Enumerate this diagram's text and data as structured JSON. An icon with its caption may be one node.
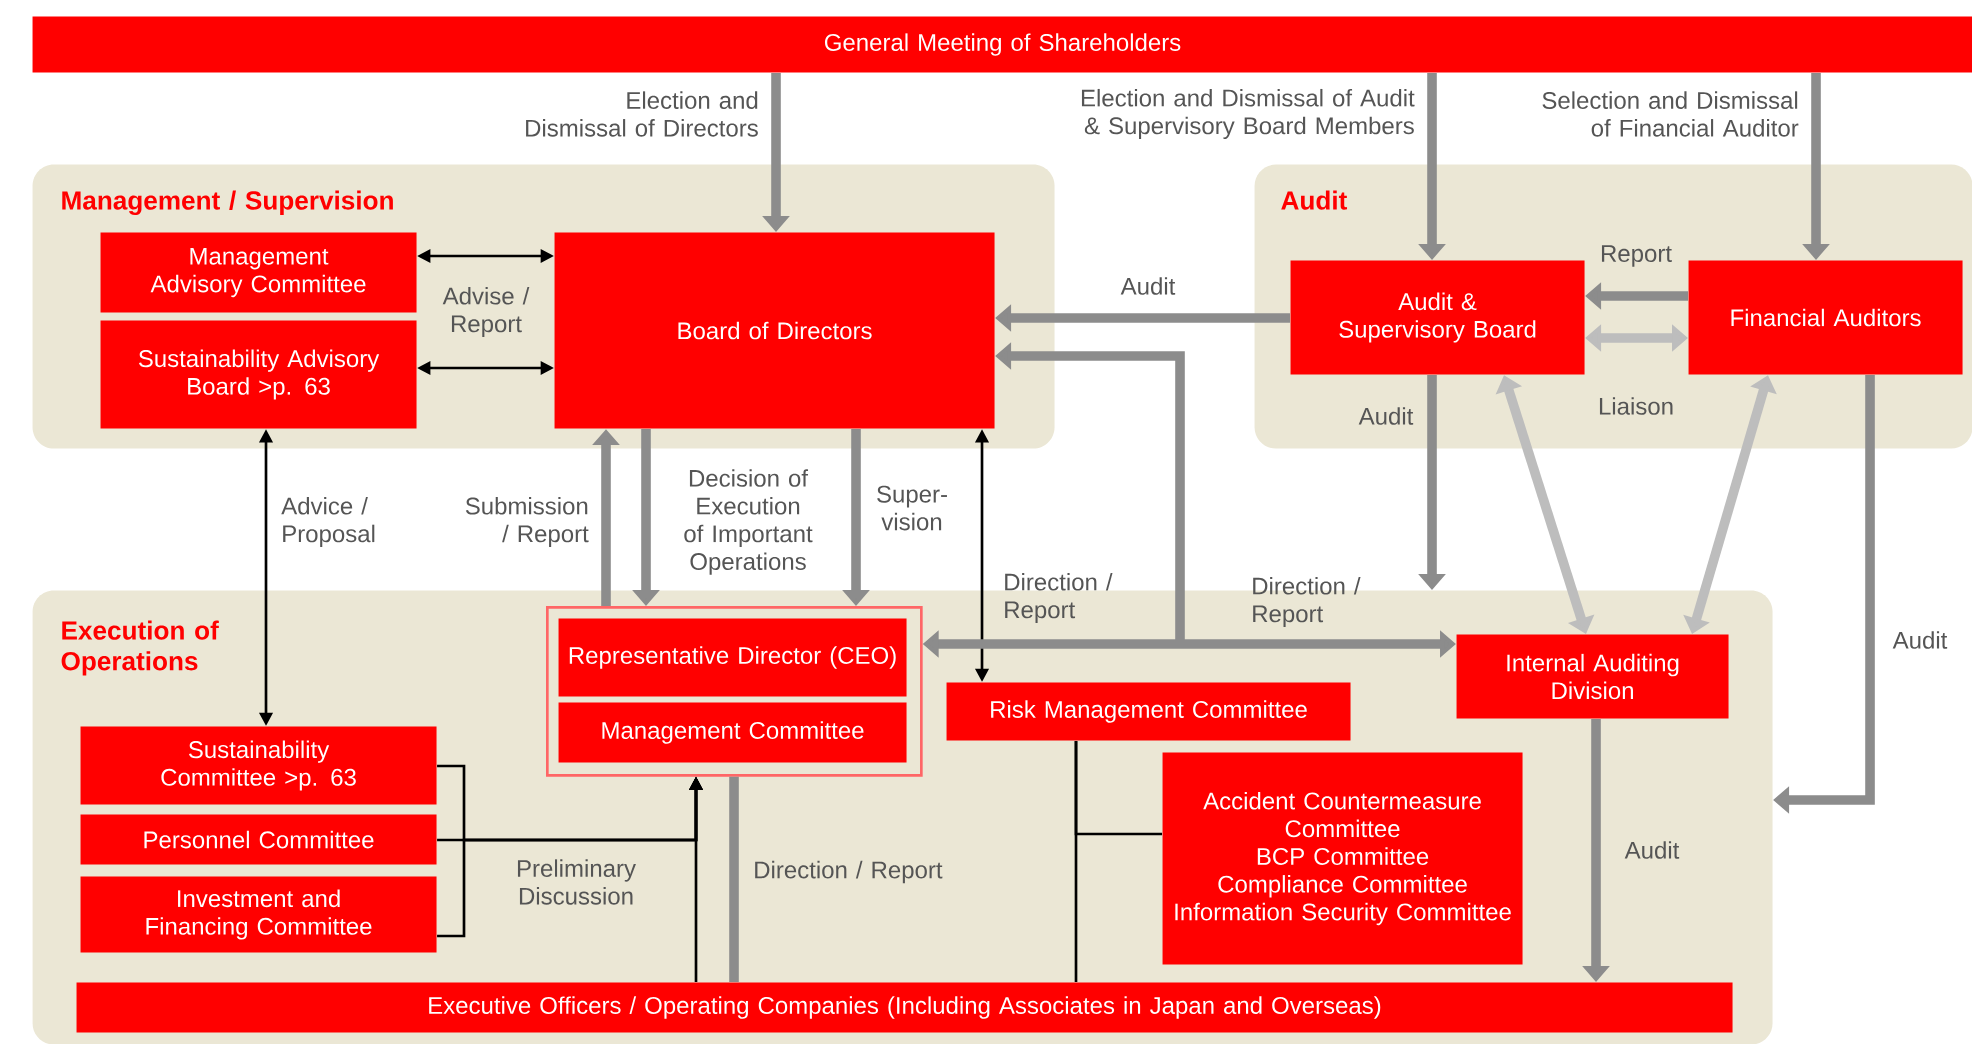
{
  "diagram": {
    "nodes": [
      {
        "text": [
          "General Meeting of Shareholders"
        ]
      },
      {
        "text": [
          "Management / Supervision"
        ]
      },
      {
        "text": [
          "Management Advisory Committee"
        ],
        "in": 1
      },
      {
        "text": [
          "Sustainability Advisory Board >p. 63"
        ],
        "in": 1
      },
      {
        "text": [
          "Board of Directors"
        ],
        "in": 1
      },
      {
        "text": [
          "Audit"
        ]
      },
      {
        "text": [
          "Audit & Supervisory Board"
        ],
        "in": 5
      },
      {
        "text": [
          "Financial Auditors"
        ],
        "in": 5
      },
      {
        "text": [
          "Execution of Operations"
        ]
      },
      {
        "text": [],
        "shape": "box",
        "in": 8
      },
      {
        "text": [
          "Representative Director (CEO)"
        ],
        "in": 9
      },
      {
        "text": [
          "Management Committee"
        ],
        "in": 9
      },
      {
        "text": [
          "Risk Management Committee"
        ],
        "in": 8
      },
      {
        "text": [
          "Internal Auditing Division"
        ],
        "in": 8
      },
      {
        "text": [
          "Sustainability Committee >p. 63"
        ],
        "in": 8
      },
      {
        "text": [
          "Personnel Committee"
        ],
        "in": 8
      },
      {
        "text": [
          "Investment and Financing Committee"
        ],
        "in": 8
      },
      {
        "text": [
          "Accident Countermeasure Committee",
          "BCP Committee",
          "Compliance Committee",
          "Information Security Committee"
        ],
        "in": 8
      },
      {
        "text": [
          "Executive Officers / Operating Companies (Including Associates in Japan and Overseas)"
        ],
        "in": 8
      }
    ],
    "edges": [
      {
        "from": 0,
        "to": 4,
        "arrow": "to",
        "label": "Election and Dismissal of Directors"
      },
      {
        "from": 0,
        "to": 6,
        "arrow": "to",
        "label": "Election and Dismissal of Audit & Supervisory Board Members"
      },
      {
        "from": 0,
        "to": 7,
        "arrow": "to",
        "label": "Selection and Dismissal of Financial Auditor"
      },
      {
        "from": 2,
        "to": 4,
        "arrow": "both",
        "color": "#000000",
        "label": "Advise / Report"
      },
      {
        "from": 3,
        "to": 4,
        "arrow": "both",
        "color": "#000000"
      },
      {
        "from": 6,
        "to": 4,
        "arrow": "to",
        "label": "Audit"
      },
      {
        "from": 7,
        "to": 6,
        "arrow": "to",
        "label": "Report"
      },
      {
        "from": 6,
        "to": 7,
        "arrow": "both",
        "color": "#bdbdbd",
        "label": "Liaison"
      },
      {
        "from": 6,
        "to": 8,
        "arrow": "to",
        "label": "Audit"
      },
      {
        "from": 6,
        "to": 13,
        "arrow": "both",
        "color": "#bdbdbd"
      },
      {
        "from": 7,
        "to": 13,
        "arrow": "both",
        "color": "#bdbdbd"
      },
      {
        "from": 7,
        "to": 8,
        "arrow": "to",
        "label": "Audit"
      },
      {
        "from": 13,
        "to": 18,
        "arrow": "to",
        "label": "Audit"
      },
      {
        "from": 9,
        "to": 4,
        "arrow": "to",
        "label": "Submission / Report"
      },
      {
        "from": 4,
        "to": 9,
        "arrow": "to",
        "label": "Decision of Execution of Important Operations"
      },
      {
        "from": 4,
        "to": 9,
        "arrow": "to",
        "label": "Super- vision"
      },
      {
        "from": 3,
        "to": 14,
        "arrow": "both",
        "color": "#000000",
        "label": "Advice / Proposal"
      },
      {
        "from": 4,
        "to": 12,
        "arrow": "both",
        "color": "#000000",
        "label": "Direction / Report"
      },
      {
        "from": 4,
        "to": 9,
        "arrow": "both"
      },
      {
        "from": 4,
        "to": 13,
        "arrow": "both",
        "label": "Direction / Report"
      },
      {
        "from": 9,
        "to": 18,
        "arrow": "none",
        "label": "Direction / Report"
      },
      {
        "from": 14,
        "to": 9,
        "arrow": "to",
        "color": "#000000"
      },
      {
        "from": 15,
        "to": 9,
        "arrow": "to",
        "color": "#000000",
        "label": "Preliminary Discussion"
      },
      {
        "from": 16,
        "to": 9,
        "arrow": "to",
        "color": "#000000"
      },
      {
        "from": 18,
        "to": 9,
        "arrow": "to",
        "color": "#000000"
      },
      {
        "from": 12,
        "to": 17,
        "arrow": "none",
        "color": "#000000"
      },
      {
        "from": 12,
        "to": 18,
        "arrow": "none",
        "color": "#000000"
      }
    ]
  }
}
